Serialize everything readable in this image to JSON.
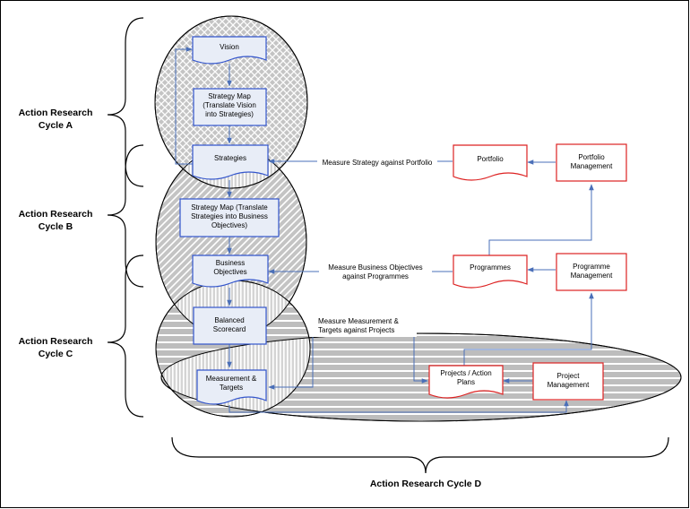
{
  "colors": {
    "blue_stroke": "#3355cc",
    "red_stroke": "#dd2222",
    "box_fill": "#e8edf7",
    "connector": "#4a6fb8",
    "ellipse_fill": "#b0b0b0",
    "border": "#000000"
  },
  "cycles": {
    "a": [
      "Action Research",
      "Cycle A"
    ],
    "b": [
      "Action Research",
      "Cycle  B"
    ],
    "c": [
      "Action Research",
      "Cycle C"
    ],
    "d": [
      "Action Research Cycle D"
    ]
  },
  "boxes": {
    "vision": [
      "Vision"
    ],
    "strategy_map": [
      "Strategy Map",
      "(Translate Vision",
      "into Strategies)"
    ],
    "strategies": [
      "Strategies"
    ],
    "strategy_map_2": [
      "Strategy Map (Translate",
      "Strategies into Business",
      "Objectives)"
    ],
    "business_objectives": [
      "Business",
      "Objectives"
    ],
    "balanced_scorecard": [
      "Balanced",
      "Scorecard"
    ],
    "measurement_targets": [
      "Measurement &",
      "Targets"
    ],
    "portfolio": [
      "Portfolio"
    ],
    "portfolio_management": [
      "Portfolio",
      "Management"
    ],
    "programmes": [
      "Programmes"
    ],
    "programme_management": [
      "Programme",
      "Management"
    ],
    "projects_action_plans": [
      "Projects / Action",
      "Plans"
    ],
    "project_management": [
      "Project",
      "Management"
    ]
  },
  "connector_labels": {
    "strategy_portfolio": [
      "Measure Strategy against Portfolio"
    ],
    "objectives_programmes": [
      "Measure Business Objectives",
      "against Programmes"
    ],
    "measurement_projects": [
      "Measure Measurement &",
      "Targets against Projects"
    ]
  }
}
